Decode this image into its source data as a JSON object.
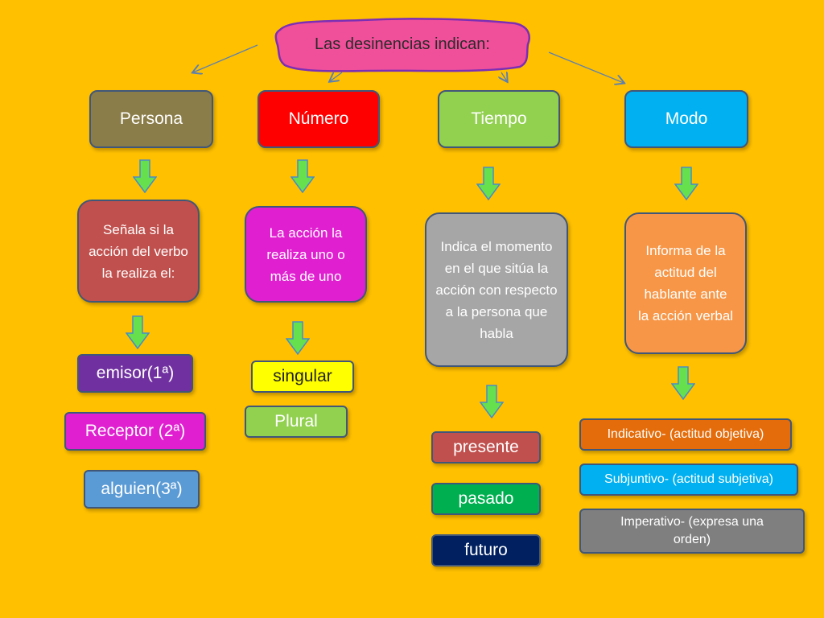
{
  "title": "Las desinencias indican:",
  "categories": [
    {
      "id": "persona",
      "label": "Persona",
      "color": "#8B7D49"
    },
    {
      "id": "numero",
      "label": "Número",
      "color": "#FF0000"
    },
    {
      "id": "tiempo",
      "label": "Tiempo",
      "color": "#92D050"
    },
    {
      "id": "modo",
      "label": "Modo",
      "color": "#00B0F0"
    }
  ],
  "descriptions": {
    "persona": "Señala si la acción del verbo la realiza el:",
    "numero": "La acción la realiza uno o más de uno",
    "tiempo": "Indica el momento en el que sitúa la acción con respecto a la persona que habla",
    "modo": "Informa de la actitud del hablante ante la acción verbal"
  },
  "persona_items": [
    "emisor(1ª)",
    "Receptor (2ª)",
    "alguien(3ª)"
  ],
  "numero_items": [
    "singular",
    "Plural"
  ],
  "tiempo_items": [
    "presente",
    "pasado",
    "futuro"
  ],
  "modo_items": [
    "Indicativo- (actitud objetiva)",
    "Subjuntivo- (actitud subjetiva)",
    "Imperativo- (expresa una orden)"
  ],
  "colors": {
    "background": "#FFC000",
    "title_blob": "#F0509A",
    "arrow_green": "#66E04C",
    "connector": "#5B7FB0",
    "persona_desc": "#C0504D",
    "numero_desc": "#E020D0",
    "tiempo_desc": "#A6A6A6",
    "modo_desc": "#F79646"
  }
}
